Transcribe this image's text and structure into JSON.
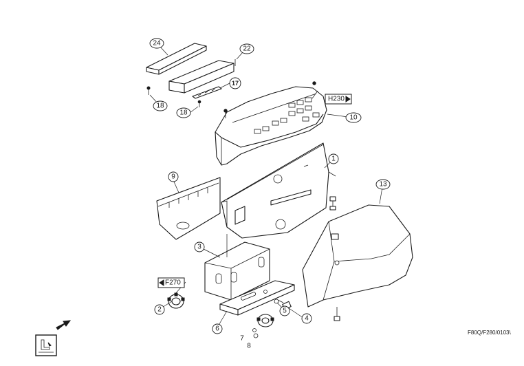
{
  "callouts": {
    "c24": "24",
    "c22": "22",
    "c17": "17",
    "c18a": "18",
    "c18b": "18",
    "c10": "10",
    "c1": "1",
    "c9": "9",
    "c13": "13",
    "c3": "3",
    "c2": "2",
    "c6": "6",
    "c5": "5",
    "c4": "4",
    "c7": "7",
    "c8": "8"
  },
  "references": {
    "h230": "H230",
    "f270": "F270"
  },
  "drawing_code": "F80Q/F280/0103\\"
}
